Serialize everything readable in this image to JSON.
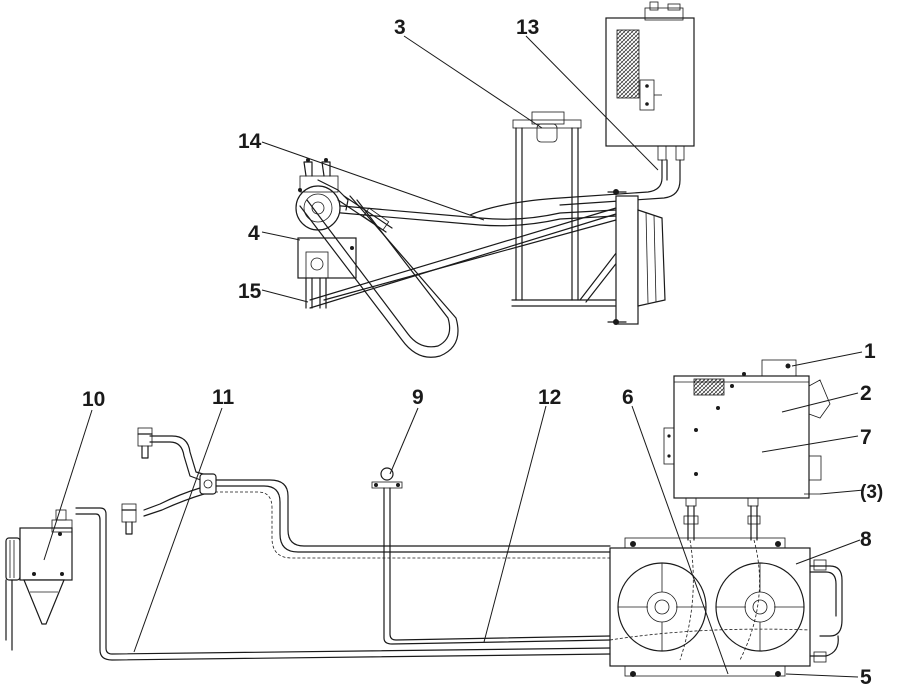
{
  "callouts": [
    {
      "id": "c1",
      "label": "1"
    },
    {
      "id": "c2",
      "label": "2"
    },
    {
      "id": "c3",
      "label": "3"
    },
    {
      "id": "c3p",
      "label": "(3)"
    },
    {
      "id": "c4",
      "label": "4"
    },
    {
      "id": "c5",
      "label": "5"
    },
    {
      "id": "c6",
      "label": "6"
    },
    {
      "id": "c7",
      "label": "7"
    },
    {
      "id": "c8",
      "label": "8"
    },
    {
      "id": "c9",
      "label": "9"
    },
    {
      "id": "c10",
      "label": "10"
    },
    {
      "id": "c11",
      "label": "11"
    },
    {
      "id": "c12",
      "label": "12"
    },
    {
      "id": "c13",
      "label": "13"
    },
    {
      "id": "c14",
      "label": "14"
    },
    {
      "id": "c15",
      "label": "15"
    }
  ]
}
